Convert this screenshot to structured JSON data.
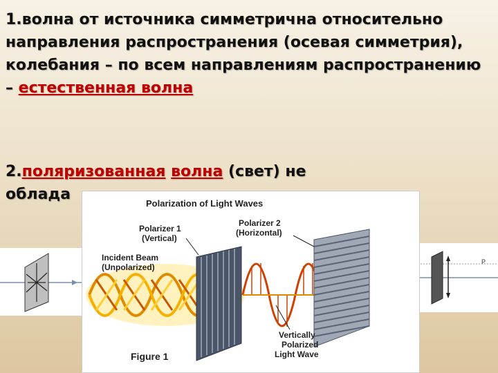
{
  "slide": {
    "point1": {
      "number": "1.",
      "text": "волна от источника симметрична относительно направления распространения (осевая симметрия), колебания – по всем направлениям  распространению –",
      "glyph": "",
      "highlight": "естественная волна"
    },
    "point2": {
      "number": "2.",
      "highlight_a": "поляризованная",
      "highlight_b": "волна",
      "text_a": "(свет) не",
      "text_b": "облада"
    }
  },
  "figure": {
    "title": "Polarization of Light Waves",
    "polarizer1_line1": "Polarizer 1",
    "polarizer1_line2": "(Vertical)",
    "polarizer2_line1": "Polarizer 2",
    "polarizer2_line2": "(Horizontal)",
    "incident_line1": "Incident Beam",
    "incident_line2": "(Unpolarized)",
    "vertical_line1": "Vertically",
    "vertical_line2": "Polarized",
    "vertical_line3": "Light Wave",
    "caption": "Figure 1"
  },
  "side_right": {
    "label": "P"
  },
  "colors": {
    "accent": "#c00000",
    "wave": "#e8a000",
    "wave_dark": "#b04000",
    "polarizer": "#4a5568"
  }
}
